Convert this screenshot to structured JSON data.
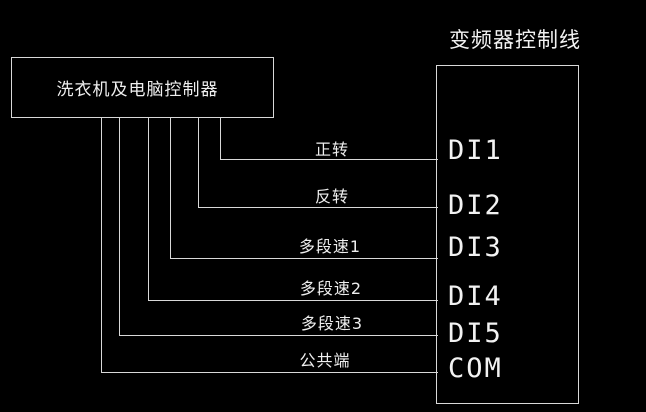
{
  "diagram": {
    "controller": {
      "label": "洗衣机及电脑控制器"
    },
    "inverter": {
      "title": "变频器控制线"
    },
    "wires": [
      {
        "label": "正转",
        "terminal": "DI1"
      },
      {
        "label": "反转",
        "terminal": "DI2"
      },
      {
        "label": "多段速1",
        "terminal": "DI3"
      },
      {
        "label": "多段速2",
        "terminal": "DI4"
      },
      {
        "label": "多段速3",
        "terminal": "DI5"
      },
      {
        "label": "公共端",
        "terminal": "COM"
      }
    ],
    "colors": {
      "background": "#000000",
      "line": "#d9d9d9",
      "text": "#f0f0f0"
    }
  }
}
